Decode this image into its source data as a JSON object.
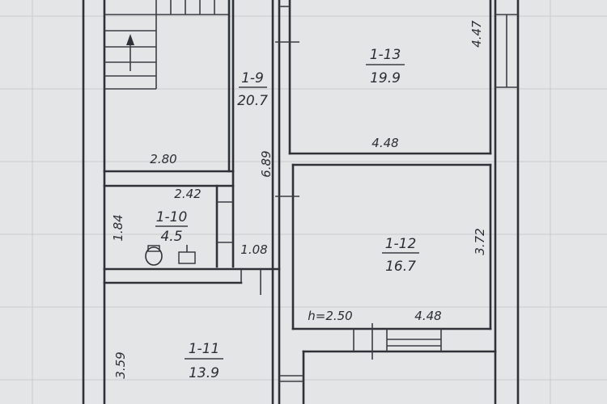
{
  "rooms": [
    {
      "id": "1-9",
      "area": "20.7"
    },
    {
      "id": "1-10",
      "area": "4.5"
    },
    {
      "id": "1-11",
      "area": "13.9"
    },
    {
      "id": "1-12",
      "area": "16.7"
    },
    {
      "id": "1-13",
      "area": "19.9"
    }
  ],
  "dimensions": {
    "d_280": "2.80",
    "d_242": "2.42",
    "d_184": "1.84",
    "d_108": "1.08",
    "d_689": "6.89",
    "d_448_top": "4.48",
    "d_447": "4.47",
    "d_372": "3.72",
    "d_448_bottom": "4.48",
    "d_359": "3.59"
  },
  "ceiling_height": "h=2.50",
  "colors": {
    "line": "#2e3238",
    "paper": "#e3e5e6",
    "grid": "#c9ccce"
  }
}
